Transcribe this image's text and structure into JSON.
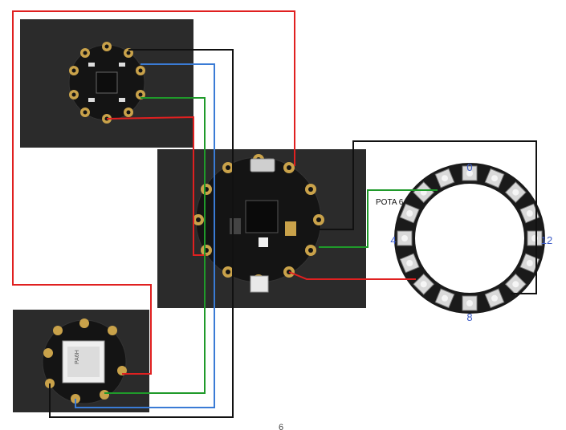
{
  "ring_labels": {
    "top": "0",
    "left": "4",
    "bottom": "8",
    "right": "12",
    "pin_note": "POTA 6"
  },
  "footer_number": "6",
  "wire_colors": {
    "red": "#e02020",
    "blue": "#3a7bd5",
    "green": "#1f9a2a",
    "black": "#111111"
  },
  "board_colors": {
    "pcb": "#1a1a1a",
    "pad": "#c9a24a",
    "background": "#2b2b2b"
  }
}
